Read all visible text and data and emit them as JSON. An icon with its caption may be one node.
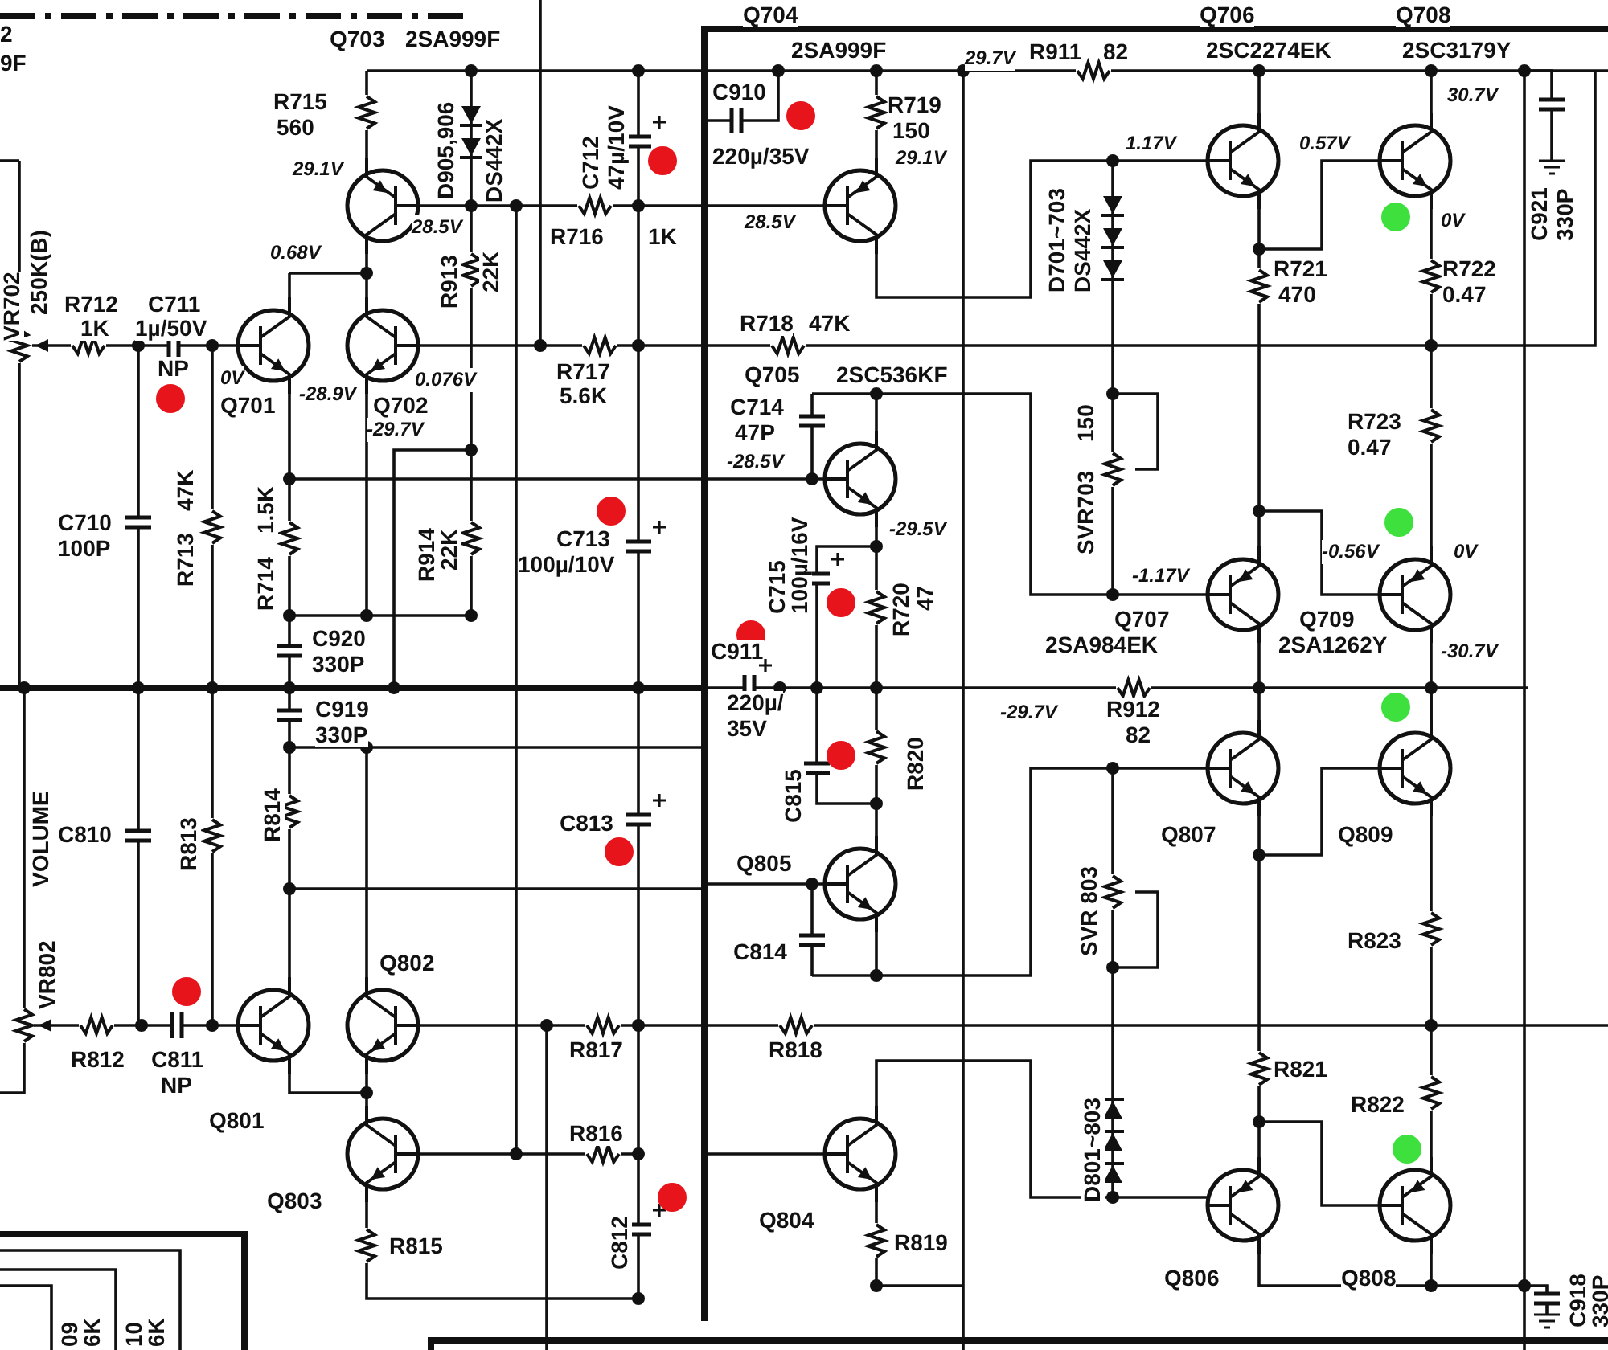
{
  "diagram": {
    "labels": [
      "2",
      "9F",
      "Q703",
      "2SA999F",
      "Q704",
      "2SA999F",
      "29.7V",
      "R911",
      "82",
      "Q706",
      "2SC2274EK",
      "Q708",
      "2SC3179Y",
      "R715",
      "560",
      "D905,906",
      "DS442X",
      "C712",
      "47µ/10V",
      "C910",
      "220µ/35V",
      "R719",
      "150",
      "29.1V",
      "29.1V",
      "30.7V",
      "1.17V",
      "0.57V",
      "C921",
      "330P",
      "VR702",
      "250K(B)",
      "28.5V",
      "R716",
      "1K",
      "28.5V",
      "R913",
      "22K",
      "D701~703",
      "DS442X",
      "0V",
      "R721",
      "470",
      "R722",
      "0.47",
      "0.68V",
      "R712",
      "1K",
      "C711",
      "1µ/50V",
      "R718",
      "47K",
      "NP",
      "0V",
      "Q701",
      "-28.9V",
      "0.076V",
      "Q702",
      "-29.7V",
      "R717",
      "5.6K",
      "Q705",
      "2SC536KF",
      "C714",
      "47P",
      "-28.5V",
      "SVR703",
      "150",
      "R723",
      "0.47",
      "C710",
      "100P",
      "R713",
      "47K",
      "R714",
      "1.5K",
      "R914",
      "22K",
      "C713",
      "100µ/10V",
      "-29.5V",
      "C715",
      "100µ/16V",
      "R720",
      "47",
      "-0.56V",
      "0V",
      "-1.17V",
      "Q707",
      "2SA984EK",
      "Q709",
      "2SA1262Y",
      "-30.7V",
      "C920",
      "330P",
      "C911",
      "220µ/",
      "35V",
      "-29.7V",
      "R912",
      "82",
      "C919",
      "330P",
      "R820",
      "C815",
      "VOLUME",
      "C810",
      "R813",
      "R814",
      "C813",
      "Q805",
      "Q807",
      "Q809",
      "SVR 803",
      "R823",
      "C814",
      "Q802",
      "VR802",
      "R812",
      "C811",
      "NP",
      "R817",
      "R818",
      "R821",
      "R822",
      "Q801",
      "R816",
      "D801~803",
      "Q803",
      "Q804",
      "R815",
      "C812",
      "R819",
      "Q806",
      "Q808",
      "C918",
      "330P",
      "09",
      "6K",
      "10",
      "6K"
    ]
  }
}
